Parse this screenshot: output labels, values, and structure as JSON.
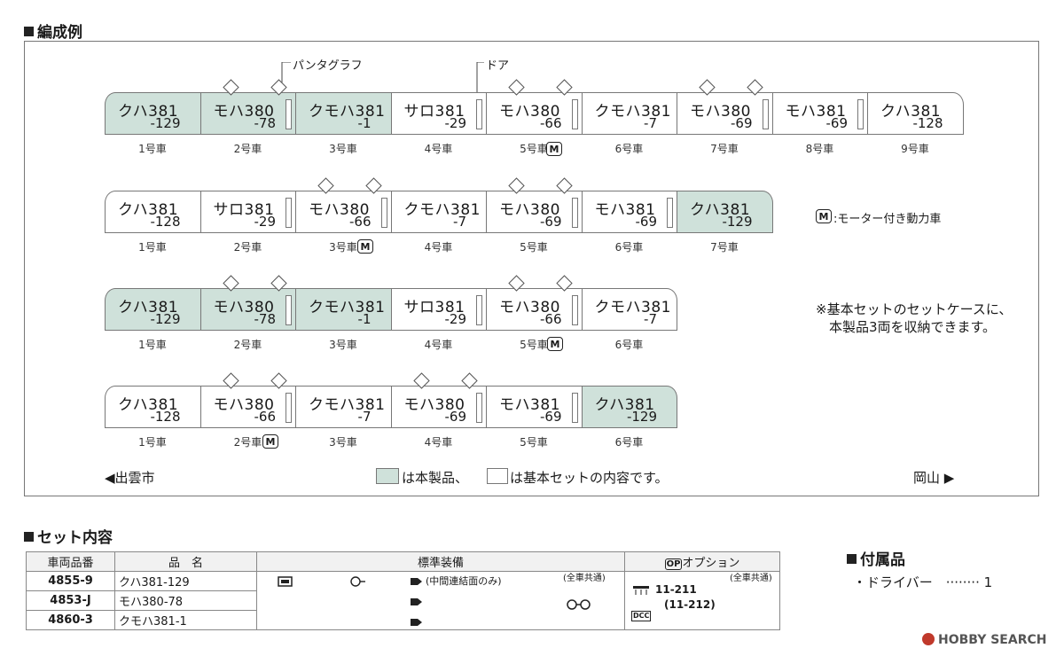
{
  "headers": {
    "formation": "編成例",
    "set_contents": "セット内容",
    "accessories": "付属品"
  },
  "callouts": {
    "pantograph": "パンタグラフ",
    "door": "ドア"
  },
  "legend": {
    "motor": "M",
    "motor_text": ":モーター付き動力車",
    "note1": "※基本セットのセットケースに、",
    "note2": "本製品3両を収納できます。",
    "color_legend_a": "は本製品、",
    "color_legend_b": "は基本セットの内容です。"
  },
  "direction": {
    "left": "◀出雲市",
    "right": "岡山 ▶"
  },
  "trains": [
    {
      "cars": [
        {
          "name": "クハ381",
          "num": "-129",
          "label": "1号車",
          "prod": true,
          "door": false
        },
        {
          "name": "モハ380",
          "num": "-78",
          "label": "2号車",
          "prod": true,
          "door": true
        },
        {
          "name": "クモハ381",
          "num": "-1",
          "label": "3号車",
          "prod": true,
          "door": false
        },
        {
          "name": "サロ381",
          "num": "-29",
          "label": "4号車",
          "prod": false,
          "door": true
        },
        {
          "name": "モハ380",
          "num": "-66",
          "label": "5号車",
          "prod": false,
          "door": true
        },
        {
          "name": "クモハ381",
          "num": "-7",
          "label": "6号車",
          "prod": false,
          "door": false
        },
        {
          "name": "モハ380",
          "num": "-69",
          "label": "7号車",
          "prod": false,
          "door": true
        },
        {
          "name": "モハ381",
          "num": "-69",
          "label": "8号車",
          "prod": false,
          "door": true
        },
        {
          "name": "クハ381",
          "num": "-128",
          "label": "9号車",
          "prod": false,
          "door": false
        }
      ]
    },
    {
      "cars": [
        {
          "name": "クハ381",
          "num": "-128",
          "label": "1号車",
          "prod": false,
          "door": false
        },
        {
          "name": "サロ381",
          "num": "-29",
          "label": "2号車",
          "prod": false,
          "door": true
        },
        {
          "name": "モハ380",
          "num": "-66",
          "label": "3号車",
          "prod": false,
          "door": true
        },
        {
          "name": "クモハ381",
          "num": "-7",
          "label": "4号車",
          "prod": false,
          "door": false
        },
        {
          "name": "モハ380",
          "num": "-69",
          "label": "5号車",
          "prod": false,
          "door": true
        },
        {
          "name": "モハ381",
          "num": "-69",
          "label": "6号車",
          "prod": false,
          "door": true
        },
        {
          "name": "クハ381",
          "num": "-129",
          "label": "7号車",
          "prod": true,
          "door": false
        }
      ]
    },
    {
      "cars": [
        {
          "name": "クハ381",
          "num": "-129",
          "label": "1号車",
          "prod": true,
          "door": false
        },
        {
          "name": "モハ380",
          "num": "-78",
          "label": "2号車",
          "prod": true,
          "door": true
        },
        {
          "name": "クモハ381",
          "num": "-1",
          "label": "3号車",
          "prod": true,
          "door": false
        },
        {
          "name": "サロ381",
          "num": "-29",
          "label": "4号車",
          "prod": false,
          "door": true
        },
        {
          "name": "モハ380",
          "num": "-66",
          "label": "5号車",
          "prod": false,
          "door": true
        },
        {
          "name": "クモハ381",
          "num": "-7",
          "label": "6号車",
          "prod": false,
          "door": false
        }
      ]
    },
    {
      "cars": [
        {
          "name": "クハ381",
          "num": "-128",
          "label": "1号車",
          "prod": false,
          "door": false
        },
        {
          "name": "モハ380",
          "num": "-66",
          "label": "2号車",
          "prod": false,
          "door": true
        },
        {
          "name": "クモハ381",
          "num": "-7",
          "label": "3号車",
          "prod": false,
          "door": false
        },
        {
          "name": "モハ380",
          "num": "-69",
          "label": "4号車",
          "prod": false,
          "door": true
        },
        {
          "name": "モハ381",
          "num": "-69",
          "label": "5号車",
          "prod": false,
          "door": true
        },
        {
          "name": "クハ381",
          "num": "-129",
          "label": "6号車",
          "prod": true,
          "door": false
        }
      ]
    }
  ],
  "set_table": {
    "headers": [
      "車両品番",
      "品　名",
      "標準装備",
      "オプション"
    ],
    "op_badge": "OP",
    "rows": [
      {
        "code": "4855-9",
        "name": "クハ381-129"
      },
      {
        "code": "4853-J",
        "name": "モハ380-78"
      },
      {
        "code": "4860-3",
        "name": "クモハ381-1"
      }
    ],
    "std_note": "(中間連結面のみ)",
    "common_a": "(全車共通)",
    "common_b": "(全車共通)",
    "option_1": "11-211",
    "option_2": "(11-212)",
    "dcc": "DCC"
  },
  "accessory": {
    "item": "・ドライバー　········ 1"
  },
  "watermark": "HOBBY SEARCH",
  "colors": {
    "product": "#cfe1da",
    "border": "#777777"
  }
}
